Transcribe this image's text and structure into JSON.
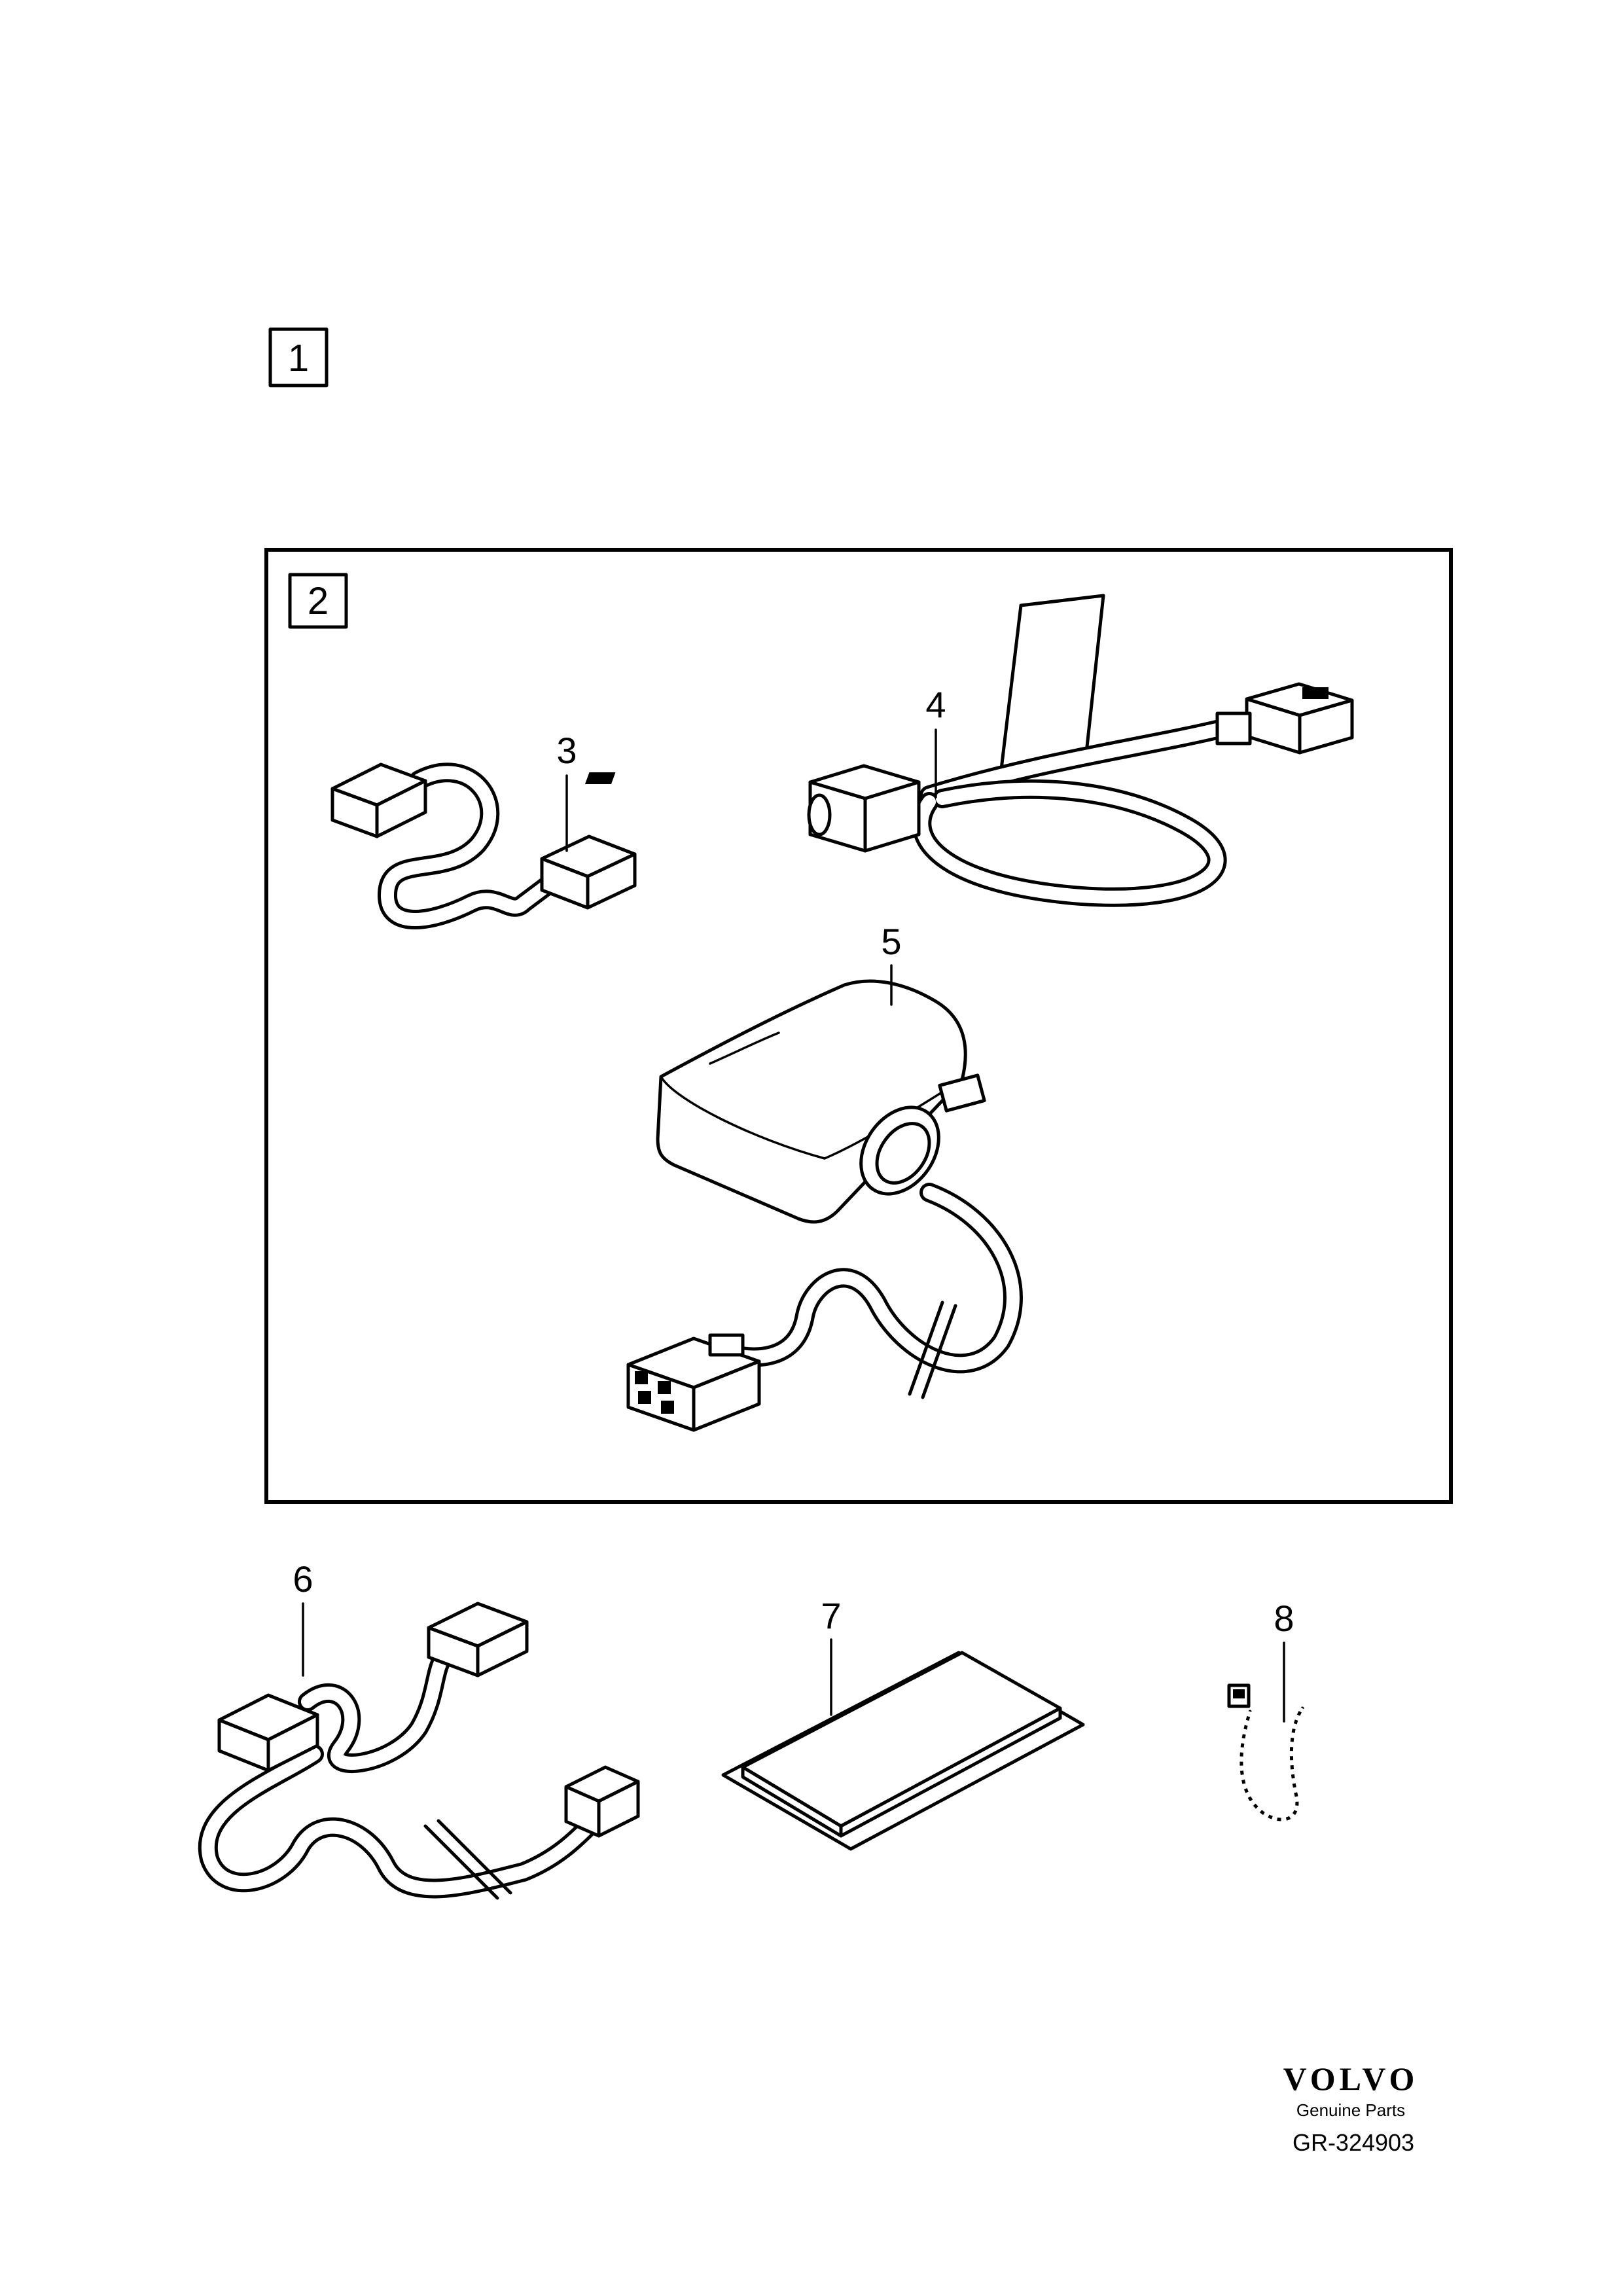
{
  "boxes": {
    "kit_number": "1",
    "group_number": "2"
  },
  "callouts": [
    "3",
    "4",
    "5",
    "6",
    "7",
    "8"
  ],
  "footer": {
    "brand": "VOLVO",
    "tagline": "Genuine Parts",
    "code": "GR-324903"
  }
}
